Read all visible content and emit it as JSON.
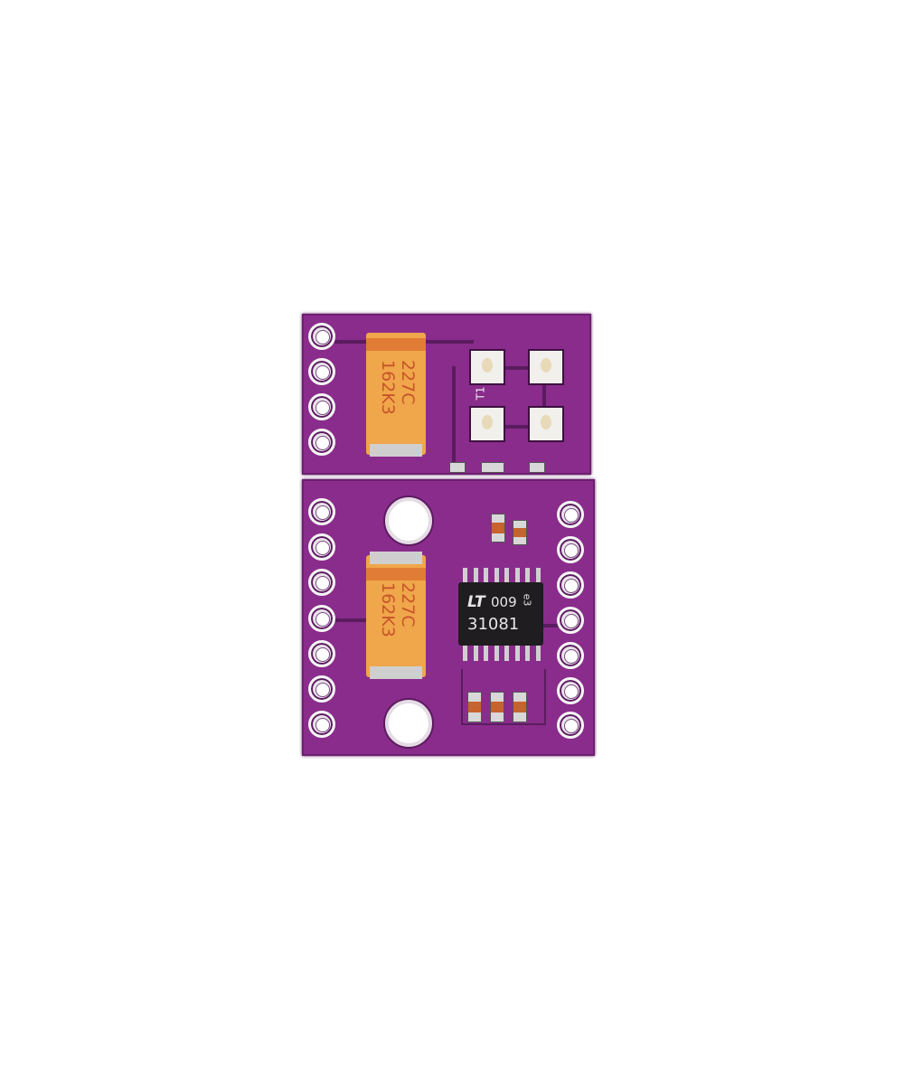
{
  "board": {
    "color": "#8a2c8c",
    "capacitor_top": {
      "line1": "227C",
      "line2": "162K3"
    },
    "capacitor_bottom": {
      "line1": "227C",
      "line2": "162K3"
    },
    "silkscreen_label": "T1",
    "chip": {
      "logo": "LT",
      "code": "009",
      "mark": "e3",
      "part": "31081"
    }
  }
}
